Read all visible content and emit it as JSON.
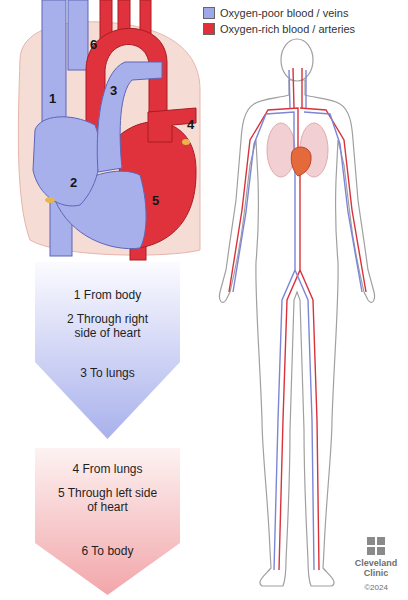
{
  "diagram": {
    "nodes": [
      {
        "text": [
          "1 From body",
          "2 Through right side of heart",
          "3 To lungs"
        ]
      },
      {
        "text": [
          "4 From lungs",
          "5 Through left side of heart",
          "6 To body"
        ]
      }
    ],
    "labels": [
      "1",
      "2",
      "3",
      "4",
      "5",
      "6",
      "Cleveland Clinic",
      "©2024"
    ],
    "legend": [
      {
        "text": "Oxygen-poor blood / veins",
        "color": "#9ea7e8"
      },
      {
        "text": "Oxygen-rich blood / arteries",
        "color": "#e0303a"
      }
    ]
  }
}
